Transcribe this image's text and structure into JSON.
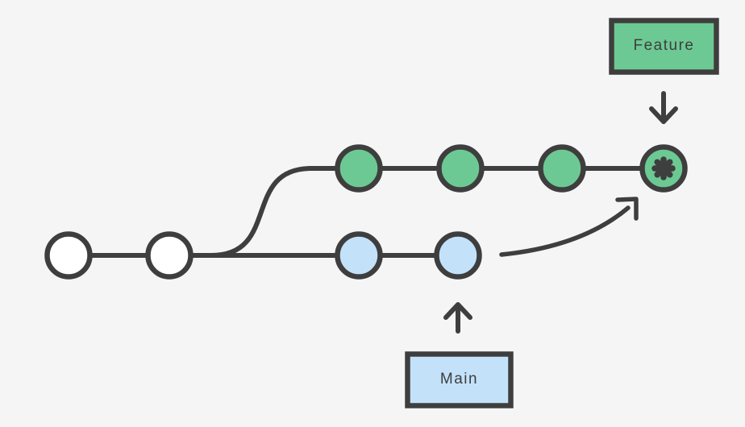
{
  "diagram": {
    "background": "#F5F5F5",
    "stroke_color": "#3E3E3E",
    "labels": {
      "feature": "Feature",
      "main": "Main"
    },
    "colors": {
      "feature": "#6DC993",
      "main": "#C3E2FA",
      "base": "#FFFFFF"
    },
    "branches": {
      "feature": {
        "label": "Feature",
        "commit_count": 4,
        "head_marker": "asterisk"
      },
      "main": {
        "label": "Main",
        "shared_commit_count": 2,
        "commit_count": 2
      }
    }
  }
}
